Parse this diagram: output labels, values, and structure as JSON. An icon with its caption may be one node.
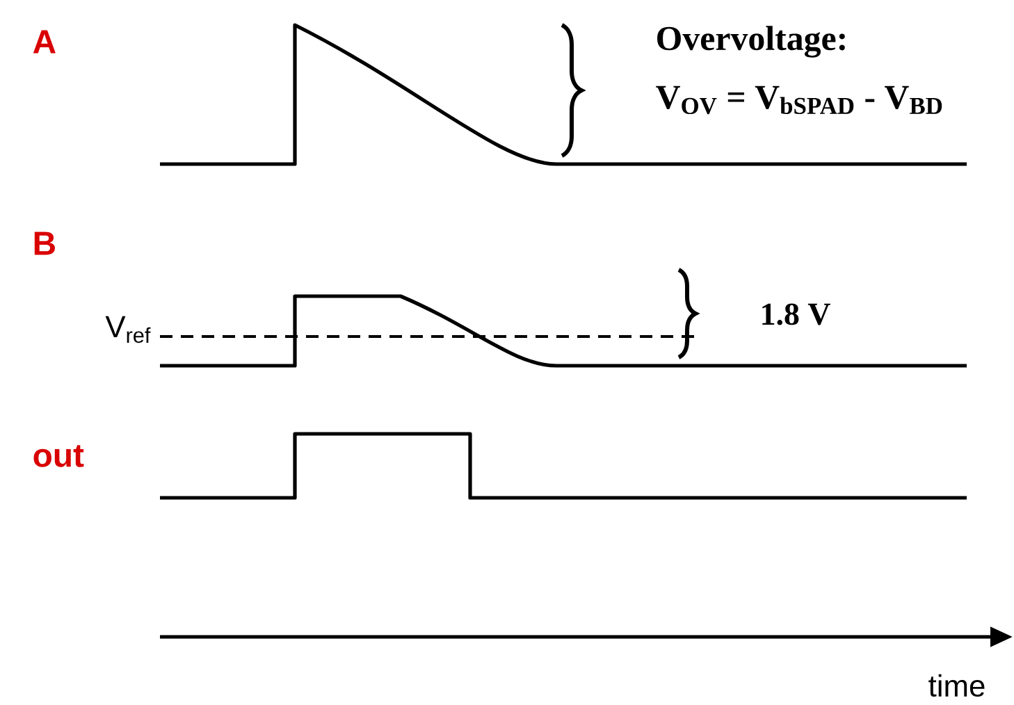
{
  "diagram": {
    "labels": [
      "A",
      "Overvoltage:",
      "V$_{OV}$ = V$_{bSPAD}$ - V$_{BD}$",
      "B",
      "V$_{ref}$",
      "1.8 V",
      "out",
      "time"
    ]
  }
}
